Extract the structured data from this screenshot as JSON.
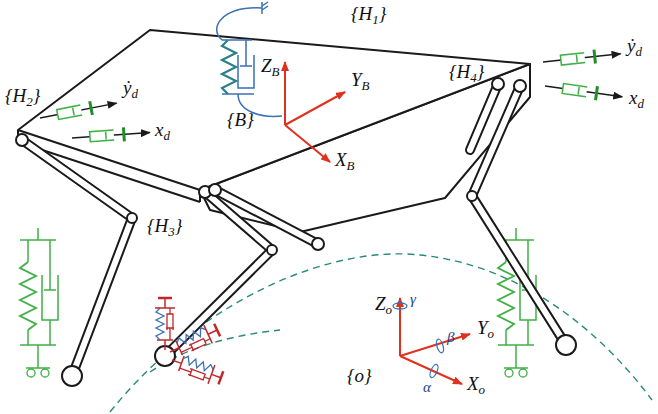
{
  "diagram": {
    "labels": [
      "{H1}",
      "{H2}",
      "{H3}",
      "{H4}",
      "{B}",
      "ZB",
      "YB",
      "XB",
      "ẏd",
      "xd",
      "ẏd",
      "xd",
      "Zo",
      "Yo",
      "Xo",
      "{o}",
      "γ",
      "β",
      "α"
    ]
  }
}
